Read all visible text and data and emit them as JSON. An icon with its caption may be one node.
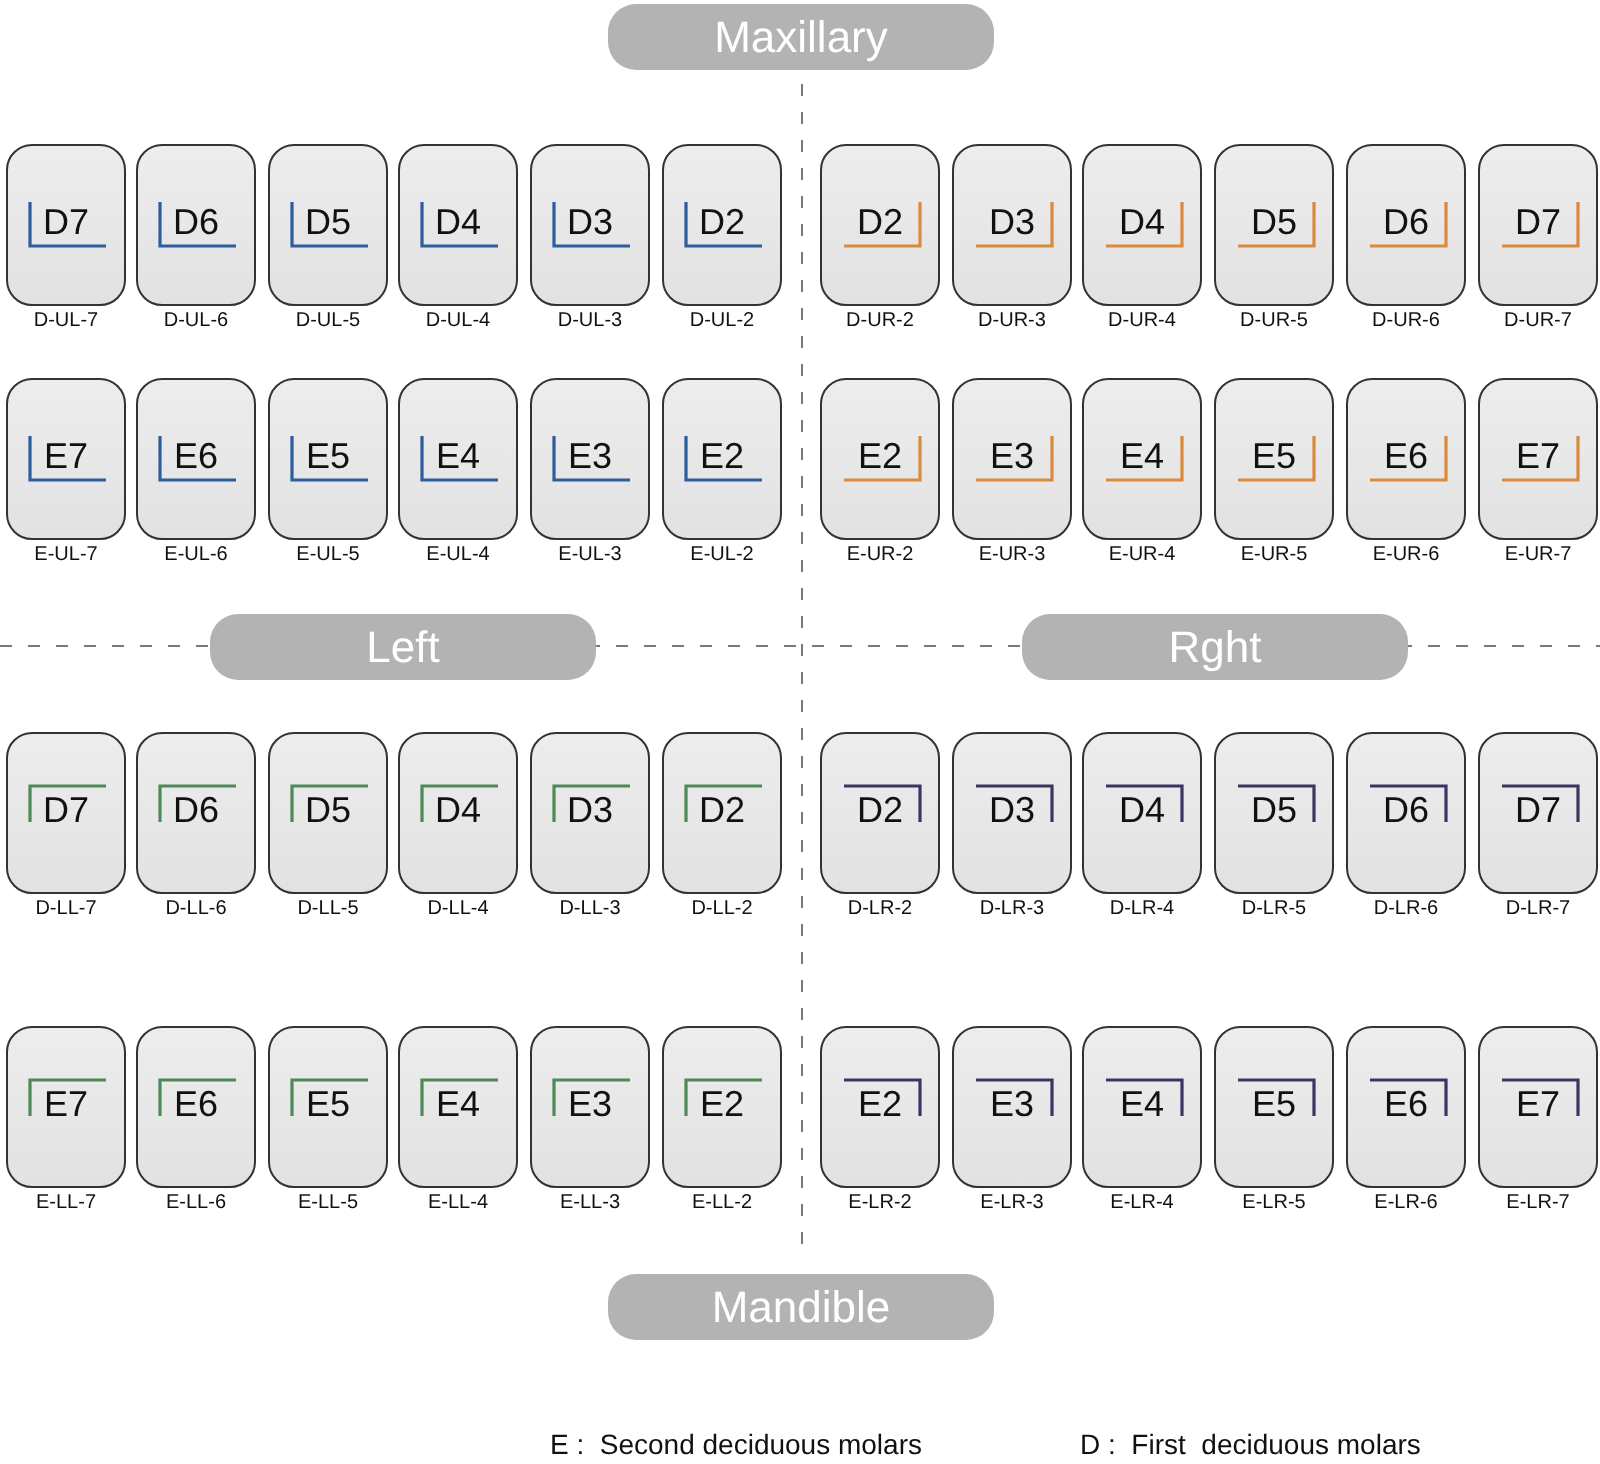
{
  "diagram": {
    "nodes": [
      {
        "text": [
          "Maxillary"
        ]
      },
      {
        "text": [
          "D7"
        ],
        "beside": [
          "D-UL-7"
        ]
      },
      {
        "text": [
          "D6"
        ],
        "beside": [
          "D-UL-6"
        ]
      },
      {
        "text": [
          "D5"
        ],
        "beside": [
          "D-UL-5"
        ]
      },
      {
        "text": [
          "D4"
        ],
        "beside": [
          "D-UL-4"
        ]
      },
      {
        "text": [
          "D3"
        ],
        "beside": [
          "D-UL-3"
        ]
      },
      {
        "text": [
          "D2"
        ],
        "beside": [
          "D-UL-2"
        ]
      },
      {
        "text": [
          "D2"
        ],
        "beside": [
          "D-UR-2"
        ]
      },
      {
        "text": [
          "D3"
        ],
        "beside": [
          "D-UR-3"
        ]
      },
      {
        "text": [
          "D4"
        ],
        "beside": [
          "D-UR-4"
        ]
      },
      {
        "text": [
          "D5"
        ],
        "beside": [
          "D-UR-5"
        ]
      },
      {
        "text": [
          "D6"
        ],
        "beside": [
          "D-UR-6"
        ]
      },
      {
        "text": [
          "D7"
        ],
        "beside": [
          "D-UR-7"
        ]
      },
      {
        "text": [
          "E7"
        ],
        "beside": [
          "E-UL-7"
        ]
      },
      {
        "text": [
          "E6"
        ],
        "beside": [
          "E-UL-6"
        ]
      },
      {
        "text": [
          "E5"
        ],
        "beside": [
          "E-UL-5"
        ]
      },
      {
        "text": [
          "E4"
        ],
        "beside": [
          "E-UL-4"
        ]
      },
      {
        "text": [
          "E3"
        ],
        "beside": [
          "E-UL-3"
        ]
      },
      {
        "text": [
          "E2"
        ],
        "beside": [
          "E-UL-2"
        ]
      },
      {
        "text": [
          "E2"
        ],
        "beside": [
          "E-UR-2"
        ]
      },
      {
        "text": [
          "E3"
        ],
        "beside": [
          "E-UR-3"
        ]
      },
      {
        "text": [
          "E4"
        ],
        "beside": [
          "E-UR-4"
        ]
      },
      {
        "text": [
          "E5"
        ],
        "beside": [
          "E-UR-5"
        ]
      },
      {
        "text": [
          "E6"
        ],
        "beside": [
          "E-UR-6"
        ]
      },
      {
        "text": [
          "E7"
        ],
        "beside": [
          "E-UR-7"
        ]
      },
      {
        "text": [
          "Left"
        ]
      },
      {
        "text": [
          "Rght"
        ]
      },
      {
        "text": [
          "D7"
        ],
        "beside": [
          "D-LL-7"
        ]
      },
      {
        "text": [
          "D6"
        ],
        "beside": [
          "D-LL-6"
        ]
      },
      {
        "text": [
          "D5"
        ],
        "beside": [
          "D-LL-5"
        ]
      },
      {
        "text": [
          "D4"
        ],
        "beside": [
          "D-LL-4"
        ]
      },
      {
        "text": [
          "D3"
        ],
        "beside": [
          "D-LL-3"
        ]
      },
      {
        "text": [
          "D2"
        ],
        "beside": [
          "D-LL-2"
        ]
      },
      {
        "text": [
          "D2"
        ],
        "beside": [
          "D-LR-2"
        ]
      },
      {
        "text": [
          "D3"
        ],
        "beside": [
          "D-LR-3"
        ]
      },
      {
        "text": [
          "D4"
        ],
        "beside": [
          "D-LR-4"
        ]
      },
      {
        "text": [
          "D5"
        ],
        "beside": [
          "D-LR-5"
        ]
      },
      {
        "text": [
          "D6"
        ],
        "beside": [
          "D-LR-6"
        ]
      },
      {
        "text": [
          "D7"
        ],
        "beside": [
          "D-LR-7"
        ]
      },
      {
        "text": [
          "E7"
        ],
        "beside": [
          "E-LL-7"
        ]
      },
      {
        "text": [
          "E6"
        ],
        "beside": [
          "E-LL-6"
        ]
      },
      {
        "text": [
          "E5"
        ],
        "beside": [
          "E-LL-5"
        ]
      },
      {
        "text": [
          "E4"
        ],
        "beside": [
          "E-LL-4"
        ]
      },
      {
        "text": [
          "E3"
        ],
        "beside": [
          "E-LL-3"
        ]
      },
      {
        "text": [
          "E2"
        ],
        "beside": [
          "E-LL-2"
        ]
      },
      {
        "text": [
          "E2"
        ],
        "beside": [
          "E-LR-2"
        ]
      },
      {
        "text": [
          "E3"
        ],
        "beside": [
          "E-LR-3"
        ]
      },
      {
        "text": [
          "E4"
        ],
        "beside": [
          "E-LR-4"
        ]
      },
      {
        "text": [
          "E5"
        ],
        "beside": [
          "E-LR-5"
        ]
      },
      {
        "text": [
          "E6"
        ],
        "beside": [
          "E-LR-6"
        ]
      },
      {
        "text": [
          "E7"
        ],
        "beside": [
          "E-LR-7"
        ]
      },
      {
        "text": [
          "Mandible"
        ]
      }
    ],
    "labels": [
      "E :  Second deciduous molars",
      "D :  First  deciduous molars"
    ]
  }
}
